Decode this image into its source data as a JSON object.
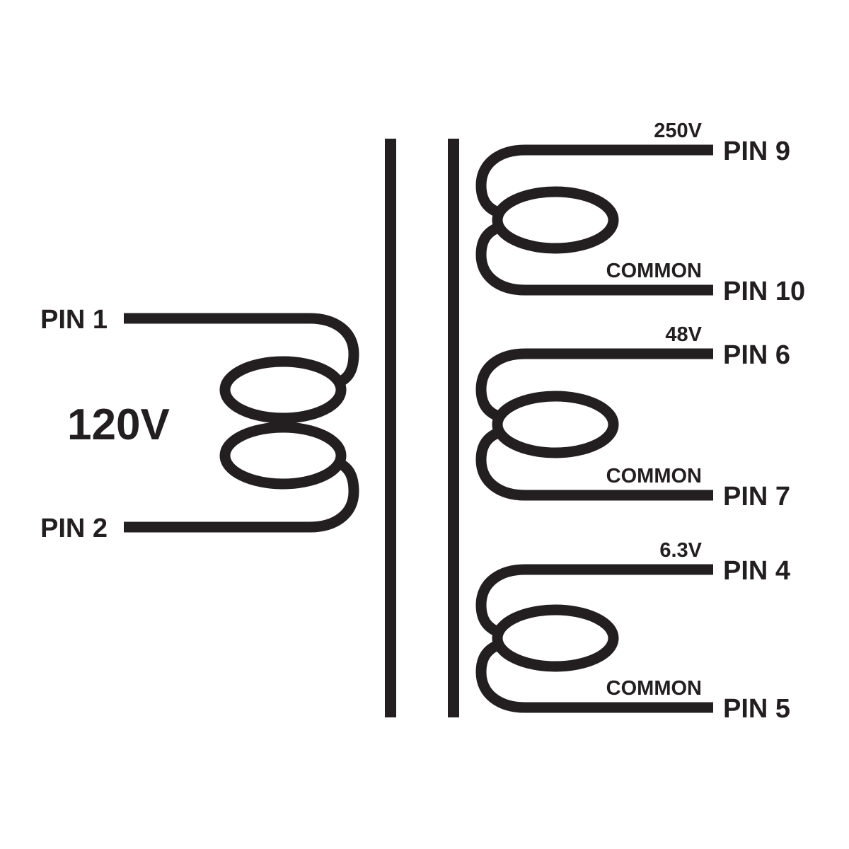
{
  "diagram": {
    "type": "transformer-schematic",
    "colors": {
      "line": "#231f20",
      "background": "#ffffff"
    },
    "primary": {
      "voltage": "120V",
      "pin_top": "PIN 1",
      "pin_bottom": "PIN 2"
    },
    "secondaries": [
      {
        "voltage": "250V",
        "pin_top": "PIN 9",
        "common_label": "COMMON",
        "pin_bottom": "PIN 10"
      },
      {
        "voltage": "48V",
        "pin_top": "PIN 6",
        "common_label": "COMMON",
        "pin_bottom": "PIN 7"
      },
      {
        "voltage": "6.3V",
        "pin_top": "PIN 4",
        "common_label": "COMMON",
        "pin_bottom": "PIN 5"
      }
    ]
  }
}
